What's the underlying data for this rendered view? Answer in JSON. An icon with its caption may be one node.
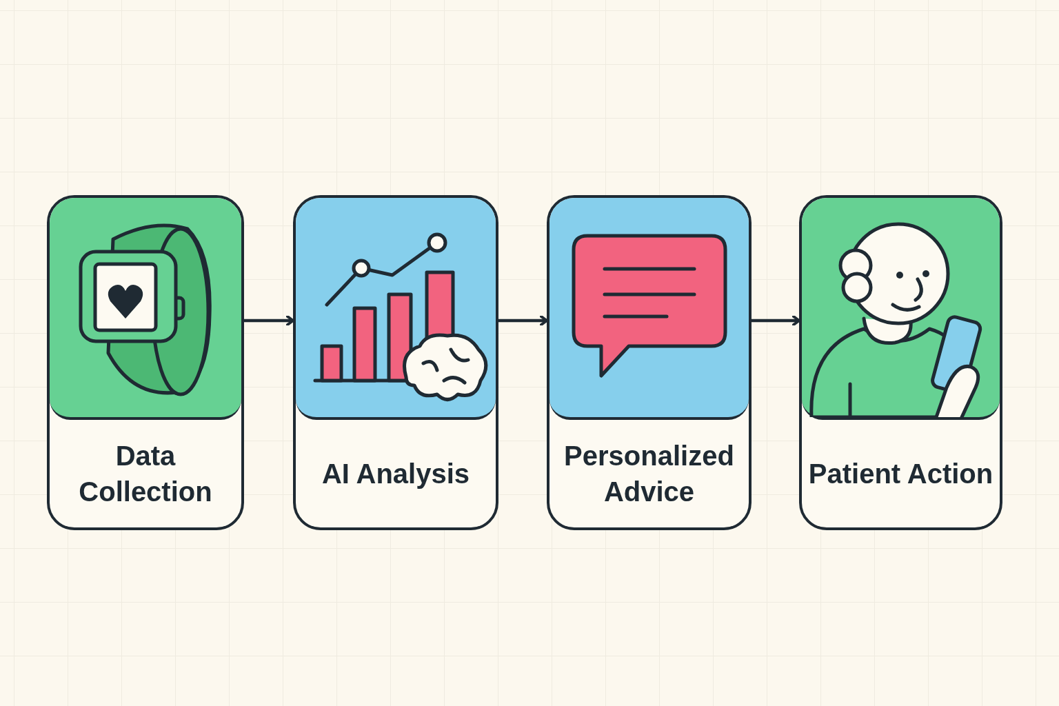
{
  "diagram": {
    "nodes": [
      {
        "text": [
          "Data Collection"
        ]
      },
      {
        "text": [
          "AI Analysis"
        ]
      },
      {
        "text": [
          "Personalized Advice"
        ]
      },
      {
        "text": [
          "Patient Action"
        ]
      }
    ],
    "edges": [
      {
        "from": 0,
        "to": 1,
        "arrow": "to"
      },
      {
        "from": 1,
        "to": 2,
        "arrow": "to"
      },
      {
        "from": 2,
        "to": 3,
        "arrow": "to"
      }
    ]
  }
}
